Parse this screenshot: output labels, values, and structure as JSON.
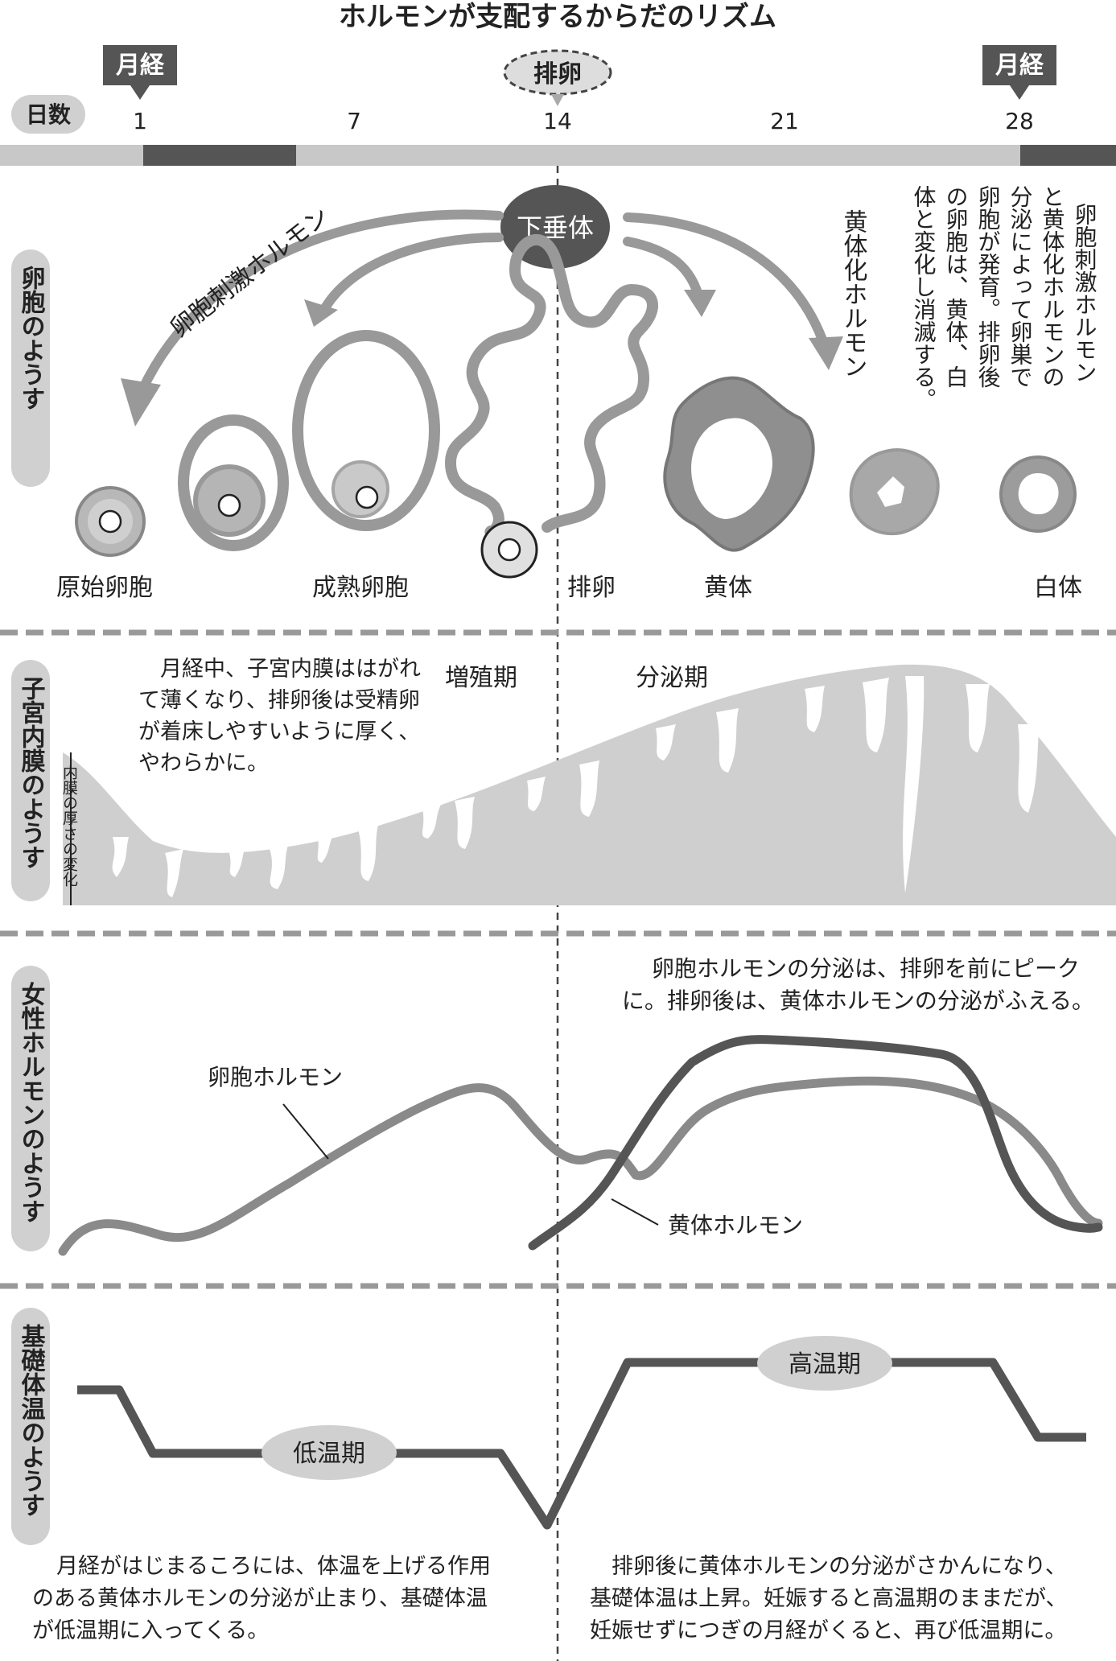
{
  "title": "ホルモンが支配するからだのリズム",
  "header": {
    "menstruation_label": "月経",
    "ovulation_label": "排卵",
    "days_label": "日数",
    "day_ticks": [
      "1",
      "7",
      "14",
      "21",
      "28"
    ]
  },
  "ovary": {
    "section_label": "卵胞のようす",
    "pituitary_label": "下垂体",
    "fsh_label": "卵胞刺激ホルモン",
    "lh_label": "黄体化ホルモン",
    "note_lines": [
      "卵胞刺激ホルモン",
      "と黄体化ホルモンの",
      "分泌によって卵巣で",
      "卵胞が発育。排卵後",
      "の卵胞は、黄体、白",
      "体と変化し消滅する。"
    ],
    "stages": {
      "primordial": "原始卵胞",
      "mature": "成熟卵胞",
      "ovulation": "排卵",
      "corpus_luteum": "黄体",
      "corpus_albicans": "白体"
    }
  },
  "endometrium": {
    "section_label": "子宮内膜のようす",
    "axis_label": "内膜の厚さの変化",
    "phase_proliferative": "増殖期",
    "phase_secretory": "分泌期",
    "note_lines": [
      "月経中、子宮内膜ははがれて薄くなり、排卵後は受精卵が着床しやすいように厚く、やわらかに。"
    ]
  },
  "hormones": {
    "section_label": "女性ホルモンのようす",
    "estrogen_label": "卵胞ホルモン",
    "progesterone_label": "黄体ホルモン",
    "note_lines": [
      "卵胞ホルモンの分泌は、排卵を前にピーク",
      "に。排卵後は、黄体ホルモンの分泌がふえる。"
    ],
    "colors": {
      "estrogen": "#8a8a8a",
      "progesterone": "#555555"
    }
  },
  "temperature": {
    "section_label": "基礎体温のようす",
    "low_phase": "低温期",
    "high_phase": "高温期",
    "note_left_lines": [
      "月経がはじまるころには、体温を上げる作用",
      "のある黄体ホルモンの分泌が止まり、基礎体温",
      "が低温期に入ってくる。"
    ],
    "note_right_lines": [
      "排卵後に黄体ホルモンの分泌がさかんになり、",
      "基礎体温は上昇。妊娠すると高温期のままだが、",
      "妊娠せずにつぎの月経がくると、再び低温期に。"
    ]
  }
}
